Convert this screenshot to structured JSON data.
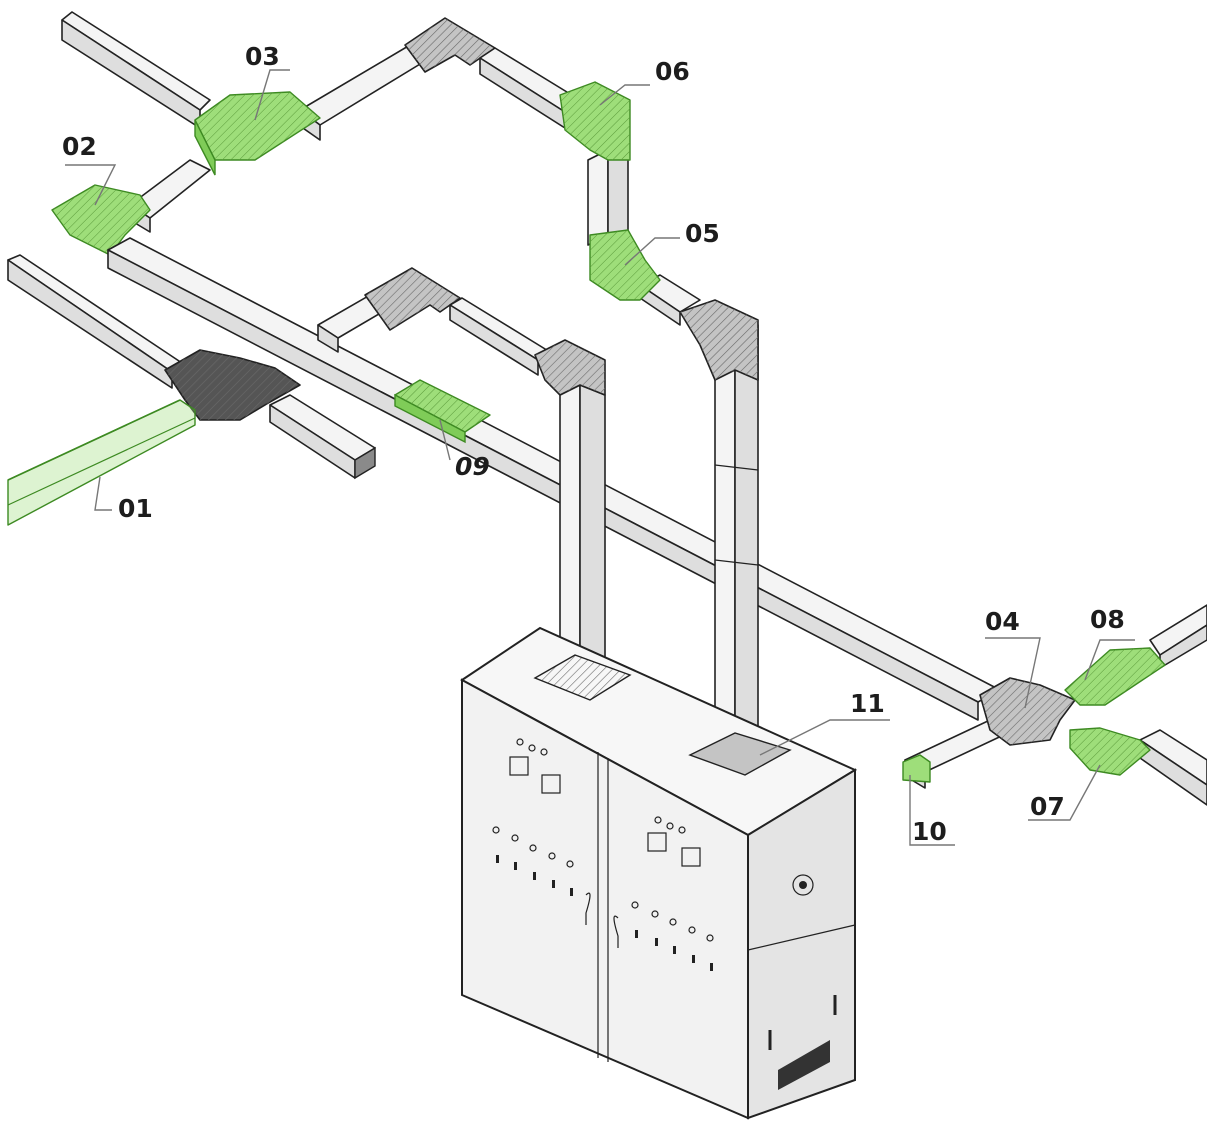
{
  "labels": {
    "l01": "01",
    "l02": "02",
    "l03": "03",
    "l04": "04",
    "l05": "05",
    "l06": "06",
    "l07": "07",
    "l08": "08",
    "l09": "09",
    "l10": "10",
    "l11": "11"
  },
  "colors": {
    "highlight": "#9ede7a",
    "highlight_stroke": "#3d8a22",
    "fitting_grey": "#c4c4c4",
    "fitting_dark": "#555555"
  }
}
